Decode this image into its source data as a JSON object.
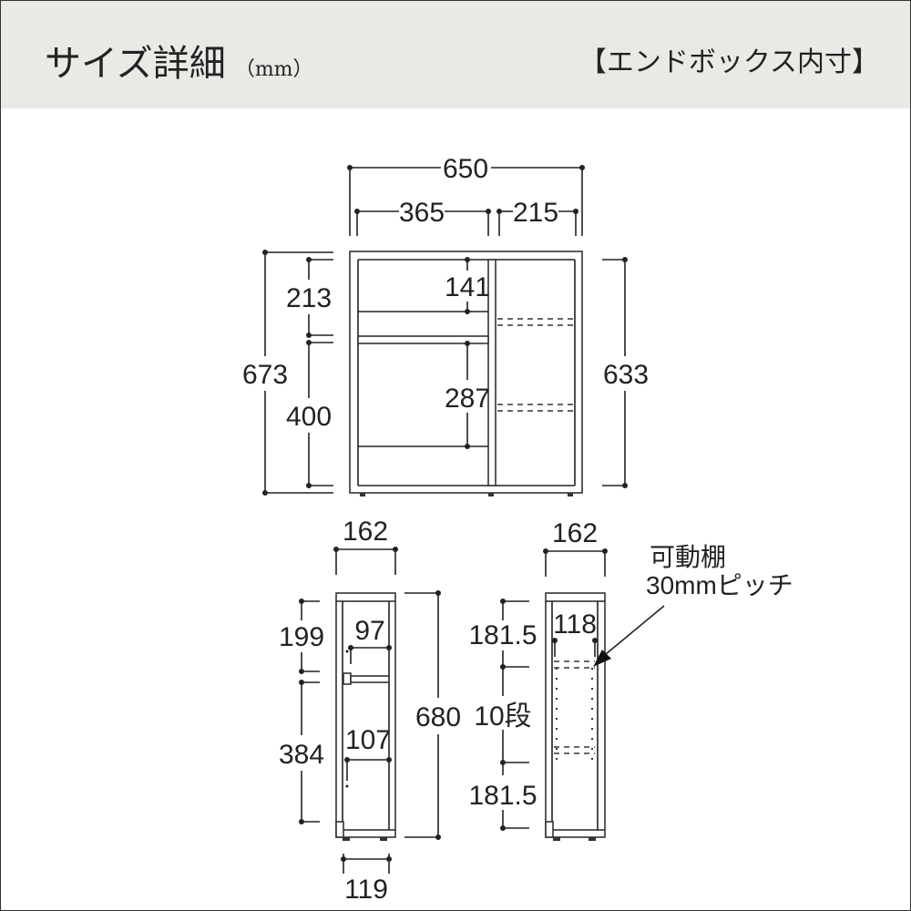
{
  "header": {
    "title": "サイズ詳細",
    "unit": "（mm）",
    "subtitle": "【エンドボックス内寸】"
  },
  "front_view": {
    "width": "650",
    "left_width": "365",
    "right_width": "215",
    "total_height": "673",
    "upper_height": "213",
    "lower_height": "400",
    "upper_clear": "141",
    "lower_clear": "287",
    "right_height": "633"
  },
  "side_view_left": {
    "depth": "162",
    "height": "680",
    "upper_height": "199",
    "lower_height": "384",
    "upper_depth": "97",
    "lower_depth": "107",
    "bottom_depth": "119"
  },
  "side_view_right": {
    "depth": "162",
    "inner_depth": "118",
    "top_margin": "181.5",
    "steps": "10段",
    "bottom_margin": "181.5",
    "note_line1": "可動棚",
    "note_line2": "30mmピッチ"
  }
}
